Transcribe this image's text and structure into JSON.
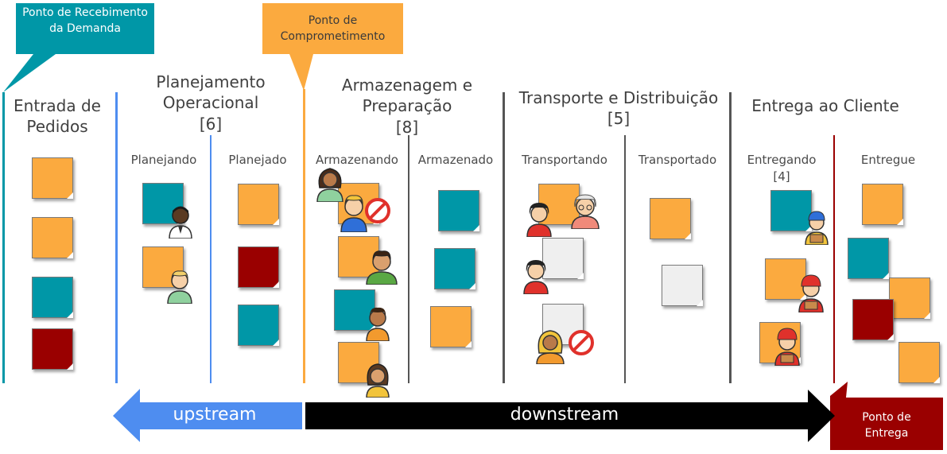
{
  "colors": {
    "orange": "#FBAA3F",
    "teal": "#0097A7",
    "red": "#9A0000",
    "gray": "#EFEFEF",
    "blue": "#4E8DF0",
    "black": "#000000"
  },
  "callouts": {
    "demand": "Ponto de Recebimento da Demanda",
    "commitment": "Ponto de Comprometimento",
    "delivery": "Ponto de Entrega"
  },
  "stages": {
    "entrada": {
      "title": "Entrada de Pedidos"
    },
    "planejamento": {
      "title": "Planejamento Operacional",
      "wip": "[6]",
      "sub1": "Planejando",
      "sub2": "Planejado"
    },
    "armazenagem": {
      "title": "Armazenagem e Preparação",
      "wip": "[8]",
      "sub1": "Armazenando",
      "sub2": "Armazenado"
    },
    "transporte": {
      "title": "Transporte e Distribuição",
      "wip": "[5]",
      "sub1": "Transportando",
      "sub2": "Transportado"
    },
    "entrega": {
      "title": "Entrega ao Cliente",
      "sub1": "Entregando",
      "sub1_wip": "[4]",
      "sub2": "Entregue"
    }
  },
  "arrows": {
    "upstream": "upstream",
    "downstream": "downstream"
  }
}
